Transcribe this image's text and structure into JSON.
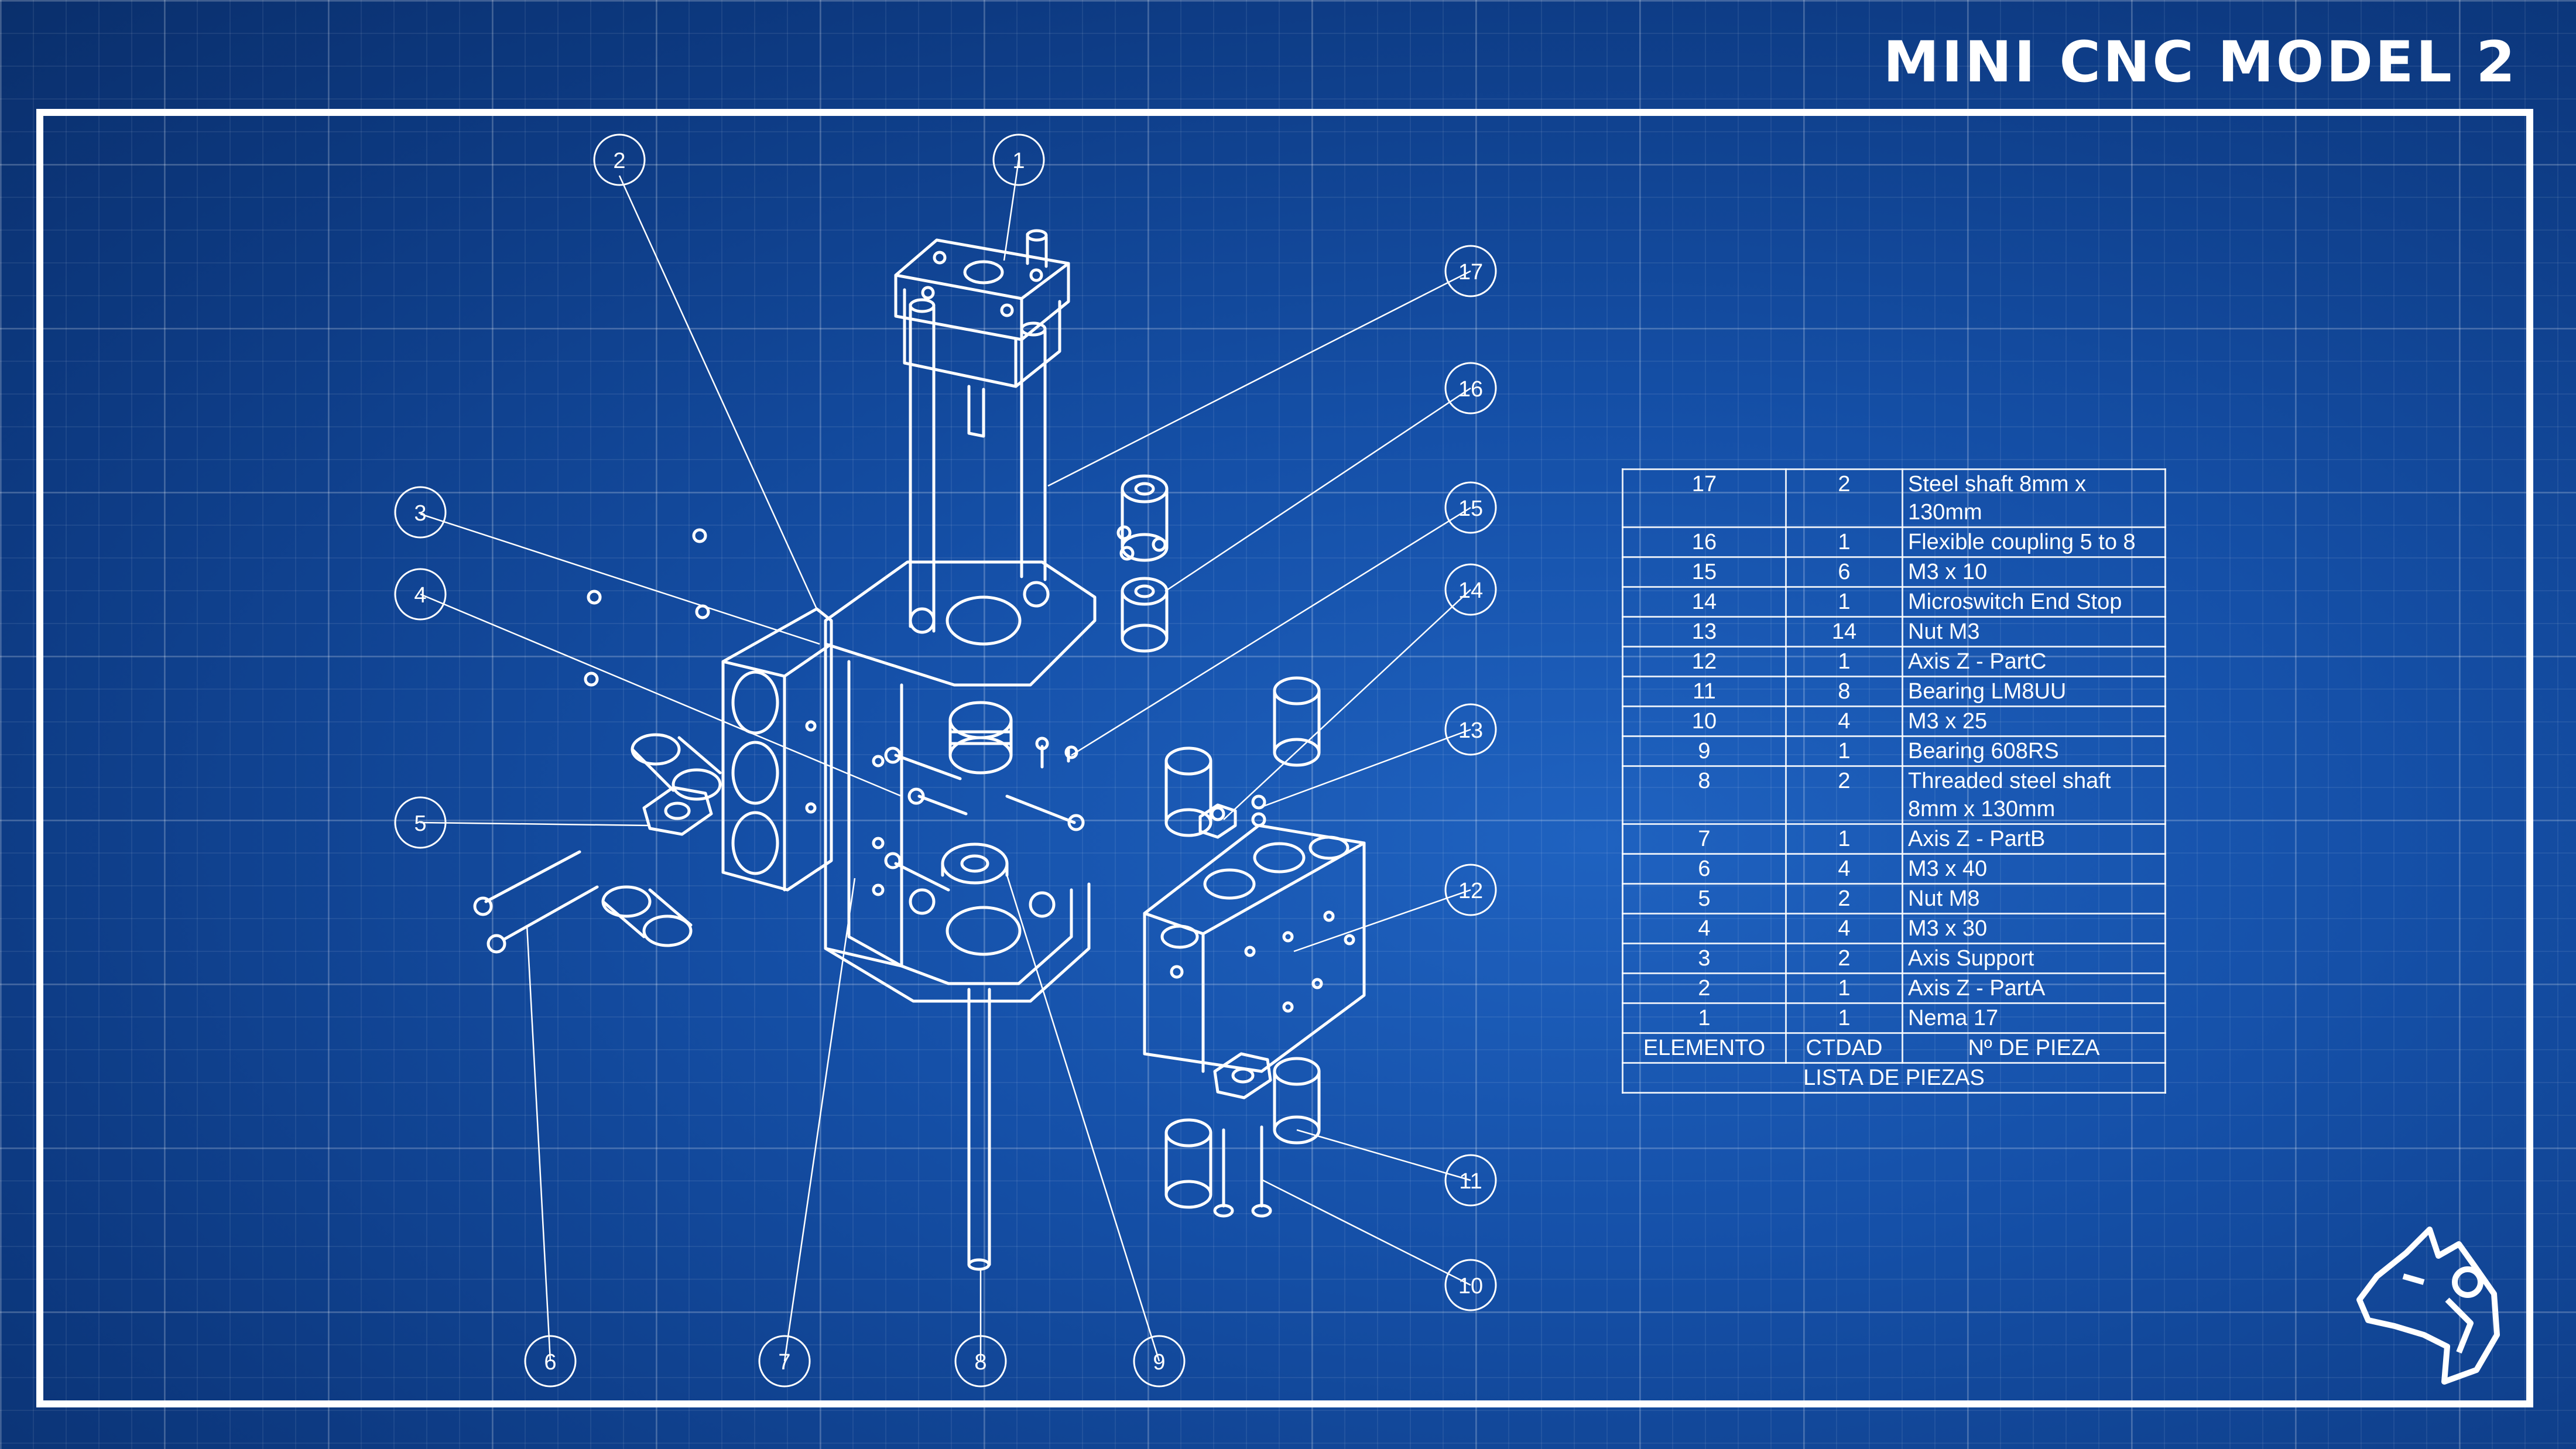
{
  "title": "MINI CNC MODEL 2",
  "colors": {
    "background": "#1550a8",
    "line": "#ffffff"
  },
  "callouts": [
    "1",
    "2",
    "3",
    "4",
    "5",
    "6",
    "7",
    "8",
    "9",
    "10",
    "11",
    "12",
    "13",
    "14",
    "15",
    "16",
    "17"
  ],
  "parts_list": {
    "rows": [
      {
        "elemento": "17",
        "ctdad": "2",
        "pieza": "Steel shaft 8mm x 130mm"
      },
      {
        "elemento": "16",
        "ctdad": "1",
        "pieza": "Flexible coupling 5 to 8"
      },
      {
        "elemento": "15",
        "ctdad": "6",
        "pieza": "M3 x 10"
      },
      {
        "elemento": "14",
        "ctdad": "1",
        "pieza": "Microswitch End Stop"
      },
      {
        "elemento": "13",
        "ctdad": "14",
        "pieza": "Nut M3"
      },
      {
        "elemento": "12",
        "ctdad": "1",
        "pieza": "Axis Z - PartC"
      },
      {
        "elemento": "11",
        "ctdad": "8",
        "pieza": "Bearing LM8UU"
      },
      {
        "elemento": "10",
        "ctdad": "4",
        "pieza": "M3 x 25"
      },
      {
        "elemento": "9",
        "ctdad": "1",
        "pieza": "Bearing 608RS"
      },
      {
        "elemento": "8",
        "ctdad": "2",
        "pieza": "Threaded steel shaft 8mm x 130mm"
      },
      {
        "elemento": "7",
        "ctdad": "1",
        "pieza": "Axis Z - PartB"
      },
      {
        "elemento": "6",
        "ctdad": "4",
        "pieza": "M3 x 40"
      },
      {
        "elemento": "5",
        "ctdad": "2",
        "pieza": "Nut M8"
      },
      {
        "elemento": "4",
        "ctdad": "4",
        "pieza": "M3 x 30"
      },
      {
        "elemento": "3",
        "ctdad": "2",
        "pieza": "Axis Support"
      },
      {
        "elemento": "2",
        "ctdad": "1",
        "pieza": "Axis Z - PartA"
      },
      {
        "elemento": "1",
        "ctdad": "1",
        "pieza": "Nema 17"
      }
    ],
    "header": {
      "elemento": "ELEMENTO",
      "ctdad": "CTDAD",
      "pieza": "Nº DE PIEZA"
    },
    "footer": "LISTA DE PIEZAS"
  },
  "logo_icon": "wolf-head-icon"
}
